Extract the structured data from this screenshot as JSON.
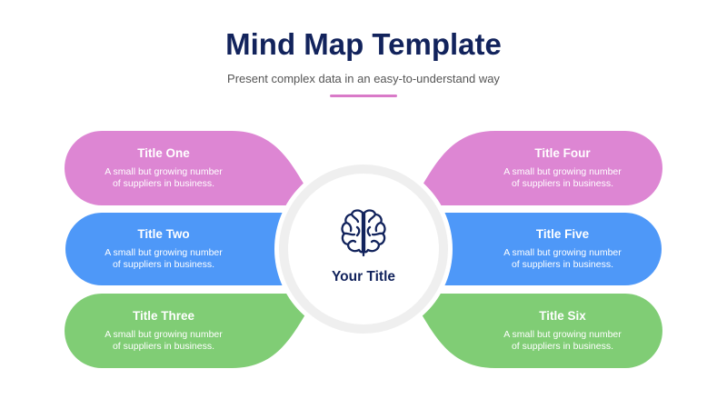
{
  "header": {
    "title": "Mind Map Template",
    "subtitle": "Present complex data in an easy-to-understand way"
  },
  "center": {
    "icon": "brain-icon",
    "title": "Your Title"
  },
  "colors": {
    "pink": "#dd86d3",
    "blue": "#4e98f8",
    "green": "#80cd75",
    "navy": "#12235c",
    "ring": "#efefef",
    "accent_rule": "#d97ac8"
  },
  "cards": [
    {
      "title": "Title One",
      "line1": "A small but growing number",
      "line2": "of suppliers in business."
    },
    {
      "title": "Title Two",
      "line1": "A small but growing number",
      "line2": "of suppliers in business."
    },
    {
      "title": "Title Three",
      "line1": "A small but growing number",
      "line2": "of suppliers in business."
    },
    {
      "title": "Title Four",
      "line1": "A small but growing number",
      "line2": "of suppliers in business."
    },
    {
      "title": "Title Five",
      "line1": "A small but growing number",
      "line2": "of suppliers in business."
    },
    {
      "title": "Title Six",
      "line1": "A small but growing number",
      "line2": "of suppliers in business."
    }
  ]
}
